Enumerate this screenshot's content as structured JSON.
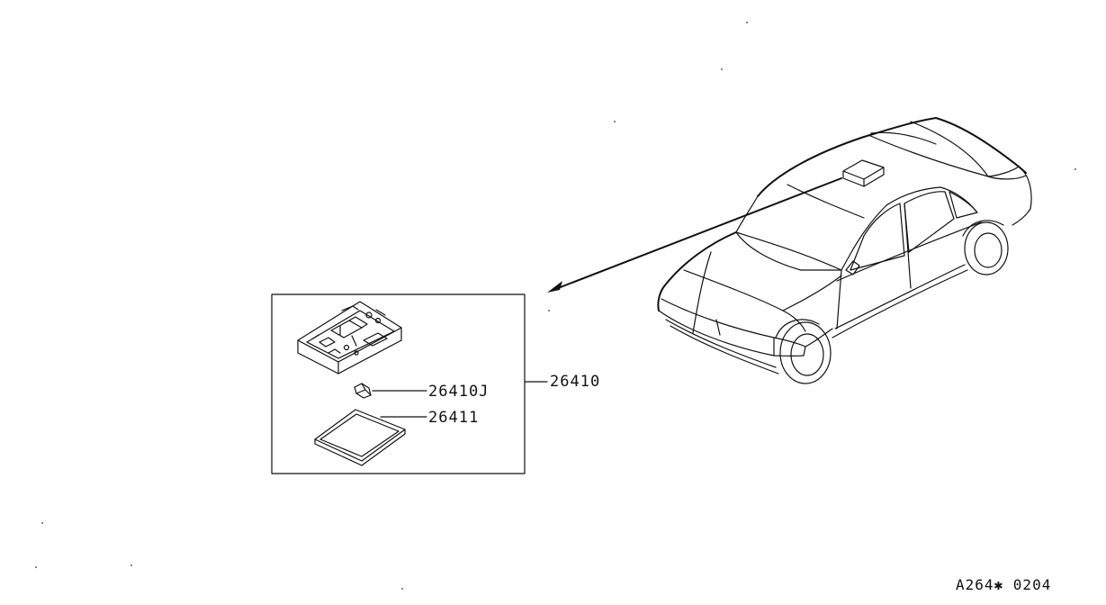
{
  "diagram": {
    "parts": [
      {
        "number": "26410"
      },
      {
        "number": "26410J"
      },
      {
        "number": "26411"
      }
    ],
    "code": "A264✱ 0204"
  }
}
